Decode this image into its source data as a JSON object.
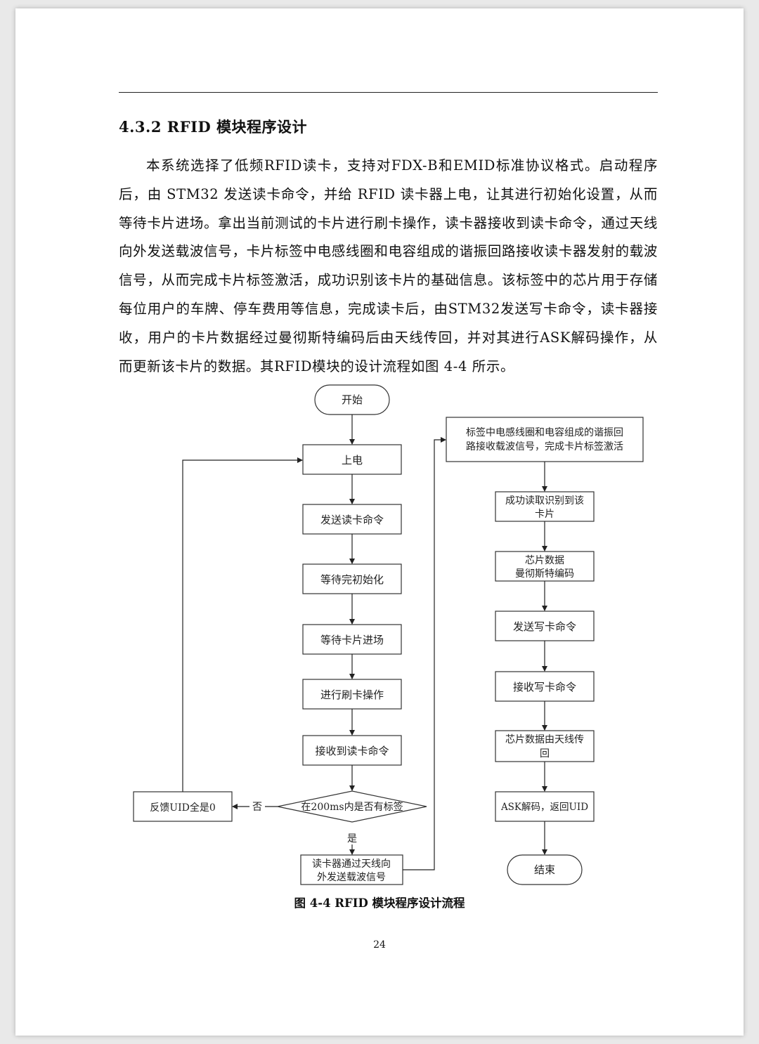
{
  "section": {
    "heading": "4.3.2 RFID 模块程序设计",
    "paragraph": "本系统选择了低频RFID读卡，支持对FDX-B和EMID标准协议格式。启动程序后，由 STM32 发送读卡命令，并给 RFID 读卡器上电，让其进行初始化设置，从而等待卡片进场。拿出当前测试的卡片进行刷卡操作，读卡器接收到读卡命令，通过天线向外发送载波信号，卡片标签中电感线圈和电容组成的谐振回路接收读卡器发射的载波信号，从而完成卡片标签激活，成功识别该卡片的基础信息。该标签中的芯片用于存储每位用户的车牌、停车费用等信息，完成读卡后，由STM32发送写卡命令，读卡器接收，用户的卡片数据经过曼彻斯特编码后由天线传回，并对其进行ASK解码操作，从而更新该卡片的数据。其RFID模块的设计流程如图 4-4 所示。"
  },
  "flowchart": {
    "left_column": {
      "start": "开始",
      "power_on": "上电",
      "send_read_cmd": "发送读卡命令",
      "wait_init": "等待完初始化",
      "wait_card": "等待卡片进场",
      "swipe": "进行刷卡操作",
      "receive_read_cmd": "接收到读卡命令",
      "decision": "在200ms内是否有标签",
      "yes_label": "是",
      "no_label": "否",
      "feedback": "反馈UID全是0",
      "antenna_send_line1": "读卡器通过天线向",
      "antenna_send_line2": "外发送载波信号"
    },
    "right_column": {
      "resonant_line1": "标签中电感线圈和电容组成的谐振回",
      "resonant_line2": "路接收载波信号，完成卡片标签激活",
      "identify_line1": "成功读取识别到该",
      "identify_line2": "卡片",
      "encode_line1": "芯片数据",
      "encode_line2": "曼彻斯特编码",
      "send_write_cmd": "发送写卡命令",
      "receive_write_cmd": "接收写卡命令",
      "return_line1": "芯片数据由天线传",
      "return_line2": "回",
      "ask_decode": "ASK解码，返回UID",
      "end": "结束"
    }
  },
  "figure_caption": "图 4-4 RFID 模块程序设计流程",
  "page_number": "24"
}
